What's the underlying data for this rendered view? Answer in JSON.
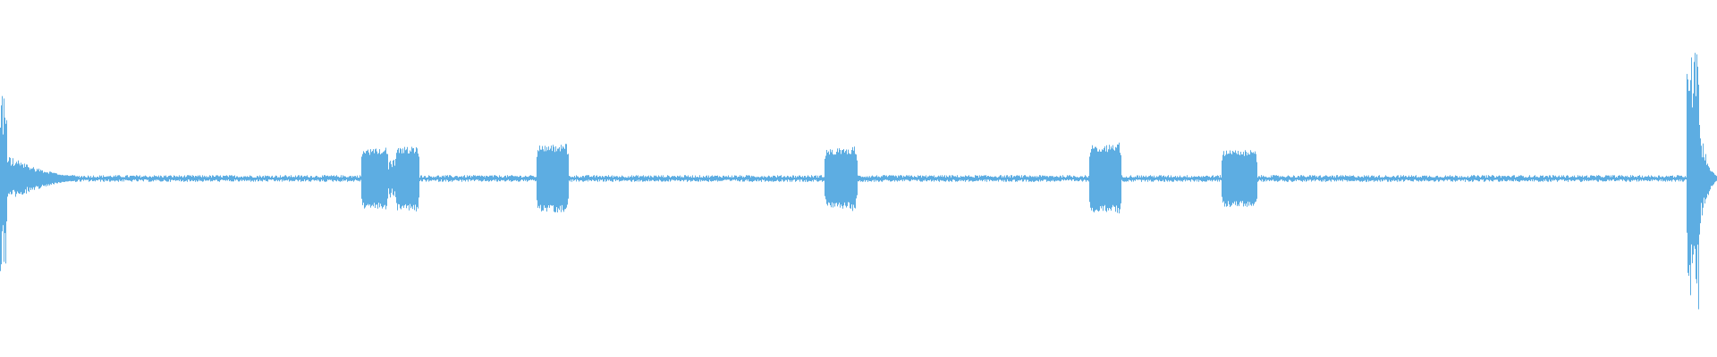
{
  "waveform": {
    "color": "#5DADE2",
    "background": "#ffffff",
    "amplitude_scale": 1.0,
    "segments": [
      {
        "start": 0.0,
        "end": 0.004,
        "peak": 0.52,
        "shape": "spike"
      },
      {
        "start": 0.004,
        "end": 0.045,
        "peak": 0.12,
        "shape": "decay"
      },
      {
        "start": 0.21,
        "end": 0.226,
        "peak": 0.17,
        "shape": "burst"
      },
      {
        "start": 0.226,
        "end": 0.23,
        "peak": 0.11,
        "shape": "dip"
      },
      {
        "start": 0.23,
        "end": 0.244,
        "peak": 0.18,
        "shape": "burst"
      },
      {
        "start": 0.312,
        "end": 0.331,
        "peak": 0.19,
        "shape": "burst"
      },
      {
        "start": 0.48,
        "end": 0.499,
        "peak": 0.17,
        "shape": "burst"
      },
      {
        "start": 0.634,
        "end": 0.653,
        "peak": 0.19,
        "shape": "burst"
      },
      {
        "start": 0.711,
        "end": 0.732,
        "peak": 0.16,
        "shape": "burst"
      },
      {
        "start": 0.982,
        "end": 0.99,
        "peak": 0.74,
        "shape": "spike"
      },
      {
        "start": 0.99,
        "end": 1.0,
        "peak": 0.25,
        "shape": "decay"
      }
    ],
    "noise_floor": 0.012
  }
}
